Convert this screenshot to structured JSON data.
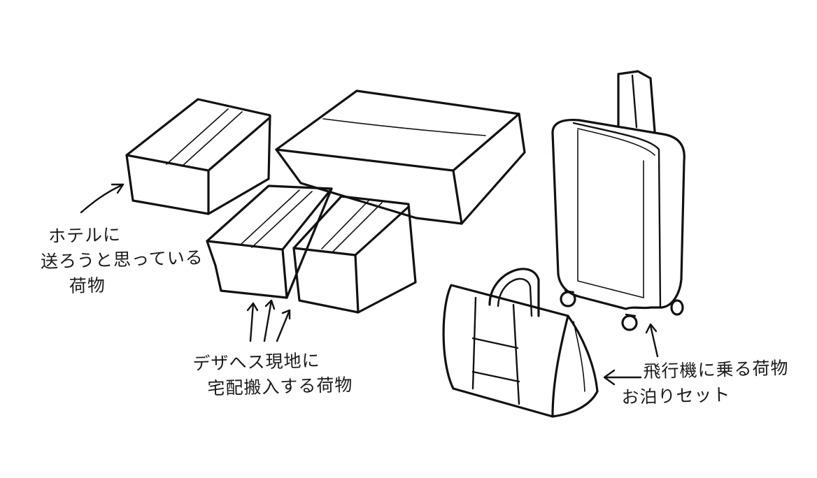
{
  "annotations": {
    "hotel": {
      "line1": "ホテルに",
      "line2": "送ろうと思っている",
      "line3": "荷物"
    },
    "desa": {
      "line1": "デザへス現地に",
      "line2": "宅配搬入する荷物"
    },
    "plane": {
      "line1": "飛行機に乗る荷物",
      "line2": "お泊りセット"
    }
  },
  "colors": {
    "ink": "#111111",
    "paper": "#ffffff"
  }
}
